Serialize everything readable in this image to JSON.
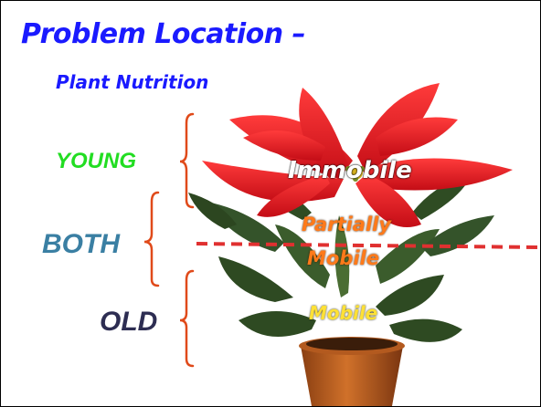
{
  "title": "Problem Location –",
  "subtitle": "Plant Nutrition",
  "labels": {
    "young": "YOUNG",
    "both": "BOTH",
    "old": "OLD"
  },
  "zones": {
    "immobile": "Immobile",
    "partially": "Partially",
    "mobile_mid": "Mobile",
    "mobile_low": "Mobile"
  },
  "colors": {
    "title": "#1a1aff",
    "young": "#22dd22",
    "both": "#3a7fa3",
    "old": "#2d2d52",
    "bracket": "#e04a1a",
    "divider": "#e03030"
  }
}
